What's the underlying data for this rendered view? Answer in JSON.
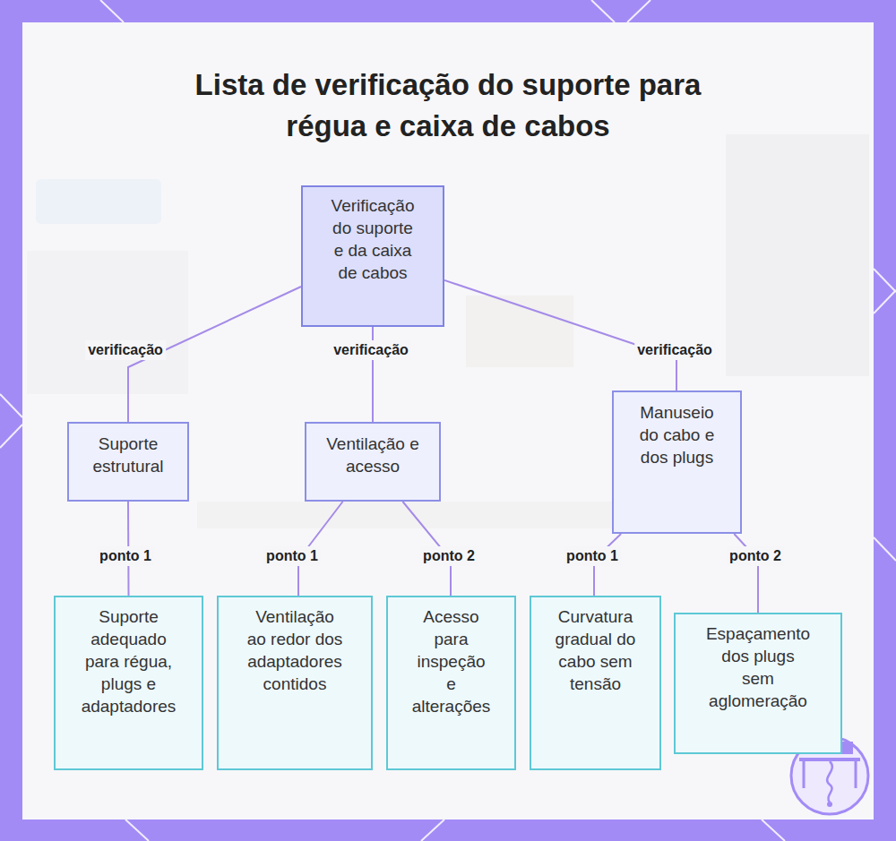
{
  "diagram": {
    "title": "Lista de verificação do suporte para régua e caixa de cabos",
    "nodes": [
      {
        "text": [
          "Verificação do suporte e da caixa de cabos"
        ]
      },
      {
        "text": [
          "Suporte estrutural"
        ]
      },
      {
        "text": [
          "Ventilação e acesso"
        ]
      },
      {
        "text": [
          "Manuseio do cabo e dos plugs"
        ]
      },
      {
        "text": [
          "Suporte adequado para régua, plugs e adaptadores"
        ]
      },
      {
        "text": [
          "Ventilação ao redor dos adaptadores contidos"
        ]
      },
      {
        "text": [
          "Acesso para inspeção e alterações"
        ]
      },
      {
        "text": [
          "Curvatura gradual do cabo sem tensão"
        ]
      },
      {
        "text": [
          "Espaçamento dos plugs sem aglomeração"
        ]
      }
    ],
    "edges": [
      {
        "from": 0,
        "to": 1,
        "arrow": "none",
        "label": "verificação"
      },
      {
        "from": 0,
        "to": 2,
        "arrow": "none",
        "label": "verificação"
      },
      {
        "from": 0,
        "to": 3,
        "arrow": "none",
        "label": "verificação"
      },
      {
        "from": 1,
        "to": 4,
        "arrow": "none",
        "label": "ponto 1"
      },
      {
        "from": 2,
        "to": 5,
        "arrow": "none",
        "label": "ponto 1"
      },
      {
        "from": 2,
        "to": 6,
        "arrow": "none",
        "label": "ponto 2"
      },
      {
        "from": 3,
        "to": 7,
        "arrow": "none",
        "label": "ponto 1"
      },
      {
        "from": 3,
        "to": 8,
        "arrow": "none",
        "label": "ponto 2"
      }
    ]
  }
}
